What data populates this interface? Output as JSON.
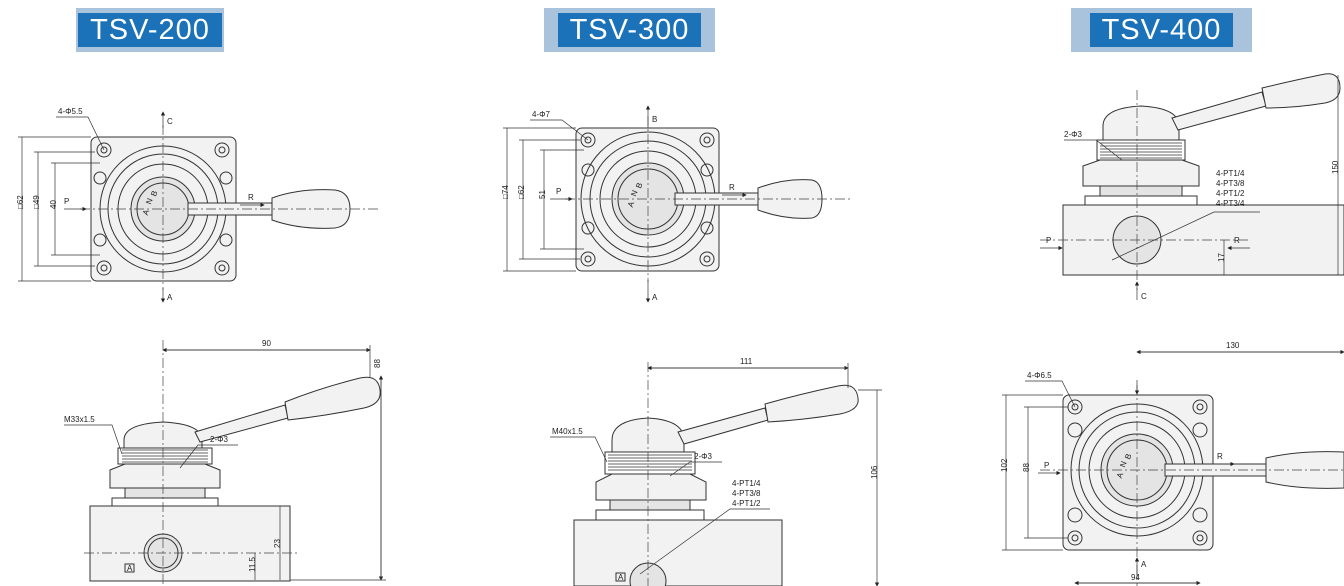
{
  "models": [
    {
      "name": "TSV-200"
    },
    {
      "name": "TSV-300"
    },
    {
      "name": "TSV-400"
    }
  ],
  "tsv200": {
    "top": {
      "hole": "4-Φ5.5",
      "dim_outer": "□62",
      "dim_mid": "□49",
      "dim_inner": "40",
      "port_top": "C",
      "port_left": "P",
      "port_right": "R",
      "port_bottom": "A",
      "center_a": "A",
      "center_b": "B",
      "center_n": "N"
    },
    "side": {
      "dim_width": "90",
      "dim_height": "88",
      "dim_23": "23",
      "dim_11": "11.5",
      "thread": "M33x1.5",
      "holes": "2-Φ3",
      "label": "A"
    }
  },
  "tsv300": {
    "top": {
      "hole": "4-Φ7",
      "dim_outer": "□74",
      "dim_mid": "□62",
      "dim_inner": "51",
      "port_top": "B",
      "port_left": "P",
      "port_right": "R",
      "port_bottom": "A",
      "center_a": "A",
      "center_b": "B",
      "center_n": "N"
    },
    "side": {
      "dim_width": "111",
      "dim_height": "106",
      "thread": "M40x1.5",
      "holes": "2-Φ3",
      "pt1": "4-PT1/4",
      "pt2": "4-PT3/8",
      "pt3": "4-PT1/2",
      "label": "A"
    }
  },
  "tsv400": {
    "side": {
      "holes": "2-Φ3",
      "pt1": "4-PT1/4",
      "pt2": "4-PT3/8",
      "pt3": "4-PT1/2",
      "pt4": "4-PT3/4",
      "dim_height": "150",
      "dim_17": "17",
      "port_left": "P",
      "port_right": "R",
      "port_bottom": "C"
    },
    "top": {
      "hole": "4-Φ6.5",
      "dim_width": "130",
      "dim_outer": "102",
      "dim_inner": "88",
      "dim_bottom": "94",
      "port_left": "P",
      "port_right": "R",
      "port_bottom": "A",
      "center_a": "A",
      "center_b": "B",
      "center_n": "N"
    }
  }
}
